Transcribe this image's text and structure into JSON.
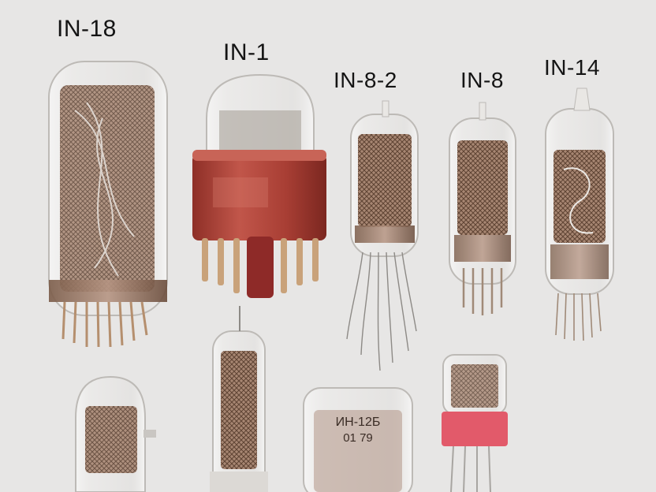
{
  "labels": {
    "in18": "IN-18",
    "in1": "IN-1",
    "in82": "IN-8-2",
    "in8": "IN-8",
    "in14": "IN-14"
  },
  "tube_markings": {
    "in12b": "ИН-12Б",
    "date_code": "01 79"
  },
  "colors": {
    "background": "#e7e6e5",
    "glass": "#f4f3f1",
    "base_red": "#b2473d",
    "base_pink": "#e25a6a",
    "mesh": "#8a6a55",
    "pins": "#c9a27a"
  }
}
